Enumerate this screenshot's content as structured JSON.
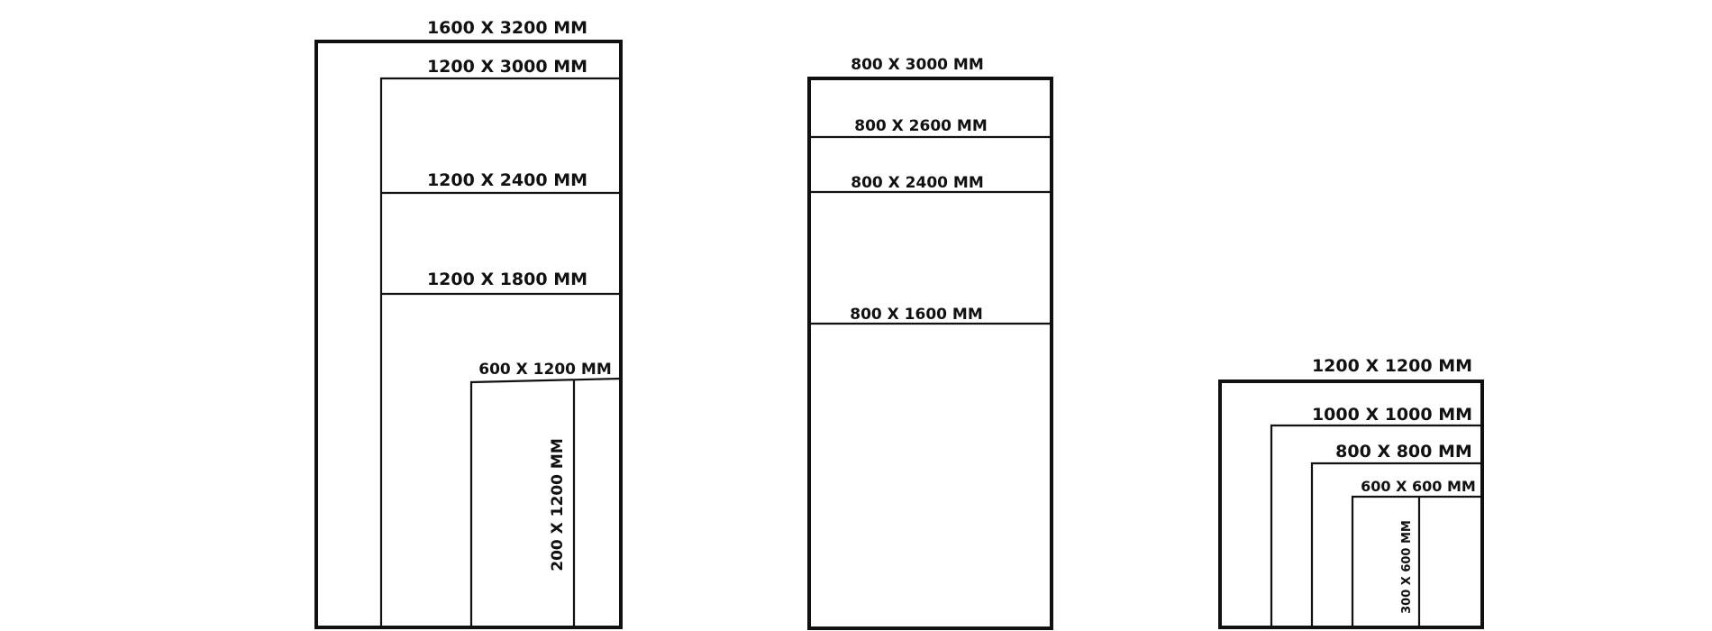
{
  "ink_color": "#111111",
  "background_color": "#ffffff",
  "groups": [
    {
      "labels": {
        "outer": "1600 X 3200 MM",
        "l1": "1200 X 3000 MM",
        "l2": "1200 X 2400 MM",
        "l3": "1200 X 1800 MM",
        "l4": "600 X 1200 MM",
        "l5": "200 X 1200 MM"
      }
    },
    {
      "labels": {
        "outer": "800 X 3000 MM",
        "l1": "800 X 2600 MM",
        "l2": "800 X 2400 MM",
        "l3": "800 X 1600 MM"
      }
    },
    {
      "labels": {
        "outer": "1200 X 1200 MM",
        "l1": "1000 X 1000 MM",
        "l2": "800 X 800 MM",
        "l3": "600 X 600 MM",
        "l4": "300 X 600 MM"
      }
    }
  ]
}
